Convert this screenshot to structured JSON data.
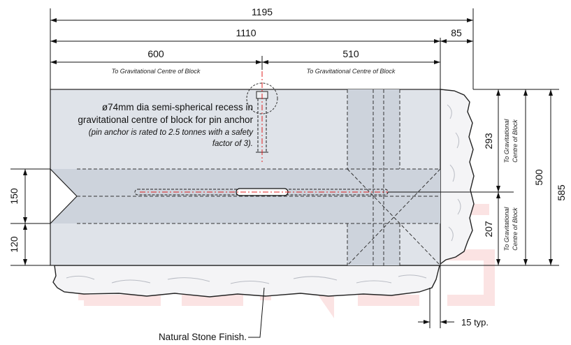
{
  "dimensions": {
    "overall_length": "1195",
    "body_length": "1110",
    "nib_length": "85",
    "to_centre_left": "600",
    "to_centre_right": "510",
    "groove_height": "150",
    "base_height": "120",
    "upper_to_centre": "293",
    "lower_to_centre": "207",
    "block_height": "500",
    "overall_height": "585",
    "stone_offset": "15 typ."
  },
  "notes": {
    "to_centre_left": "To Gravitational Centre of Block",
    "to_centre_right": "To Gravitational Centre of Block",
    "vertical_upper_line1": "To Gravitational",
    "vertical_upper_line2": "Centre of Block",
    "vertical_lower_line1": "To Gravitational",
    "vertical_lower_line2": "Centre of Block"
  },
  "callout": {
    "line1": "ø74mm dia semi-spherical recess in",
    "line2": "gravitational centre of block for pin anchor",
    "line3": "(pin anchor is rated to 2.5 tonnes with a safety",
    "line4": "factor of 3)."
  },
  "finish_label": "Natural Stone Finish.",
  "colors": {
    "block_fill": "#dfe3e9",
    "block_fill_dark": "#cdd3dc",
    "stone_fill": "#f4f4f6",
    "centre_line": "#e02020",
    "watermark": "#fbe3e3"
  }
}
